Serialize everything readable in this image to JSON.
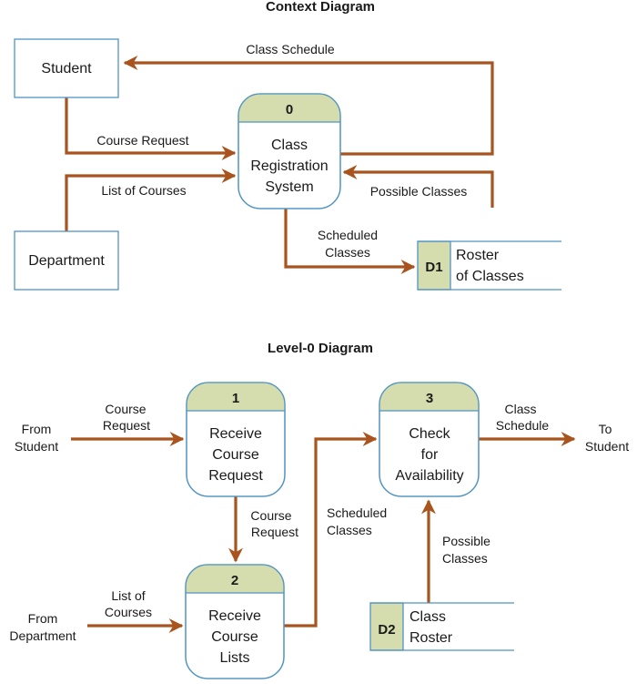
{
  "colors": {
    "flow": "#a9541e",
    "border": "#4f94c4",
    "header_fill": "#d5dcae",
    "text": "#1a1a1a"
  },
  "context": {
    "title": "Context Diagram",
    "entities": {
      "student": "Student",
      "department": "Department"
    },
    "process": {
      "id": "0",
      "lines": [
        "Class",
        "Registration",
        "System"
      ]
    },
    "store": {
      "id": "D1",
      "lines": [
        "Roster",
        "of Classes"
      ]
    },
    "flows": {
      "class_schedule": "Class Schedule",
      "course_request": "Course Request",
      "list_of_courses": "List of Courses",
      "possible_classes": "Possible Classes",
      "scheduled_classes": [
        "Scheduled",
        "Classes"
      ]
    }
  },
  "level0": {
    "title": "Level-0 Diagram",
    "processes": [
      {
        "id": "1",
        "lines": [
          "Receive",
          "Course",
          "Request"
        ]
      },
      {
        "id": "2",
        "lines": [
          "Receive",
          "Course",
          "Lists"
        ]
      },
      {
        "id": "3",
        "lines": [
          "Check",
          "for",
          "Availability"
        ]
      }
    ],
    "store": {
      "id": "D2",
      "lines": [
        "Class",
        "Roster"
      ]
    },
    "sources": {
      "from_student": [
        "From",
        "Student"
      ],
      "from_department": [
        "From",
        "Department"
      ],
      "to_student": [
        "To",
        "Student"
      ]
    },
    "flows": {
      "course_request_in": [
        "Course",
        "Request"
      ],
      "course_request_1_2": [
        "Course",
        "Request"
      ],
      "list_of_courses": [
        "List of",
        "Courses"
      ],
      "scheduled_classes": [
        "Scheduled",
        "Classes"
      ],
      "class_schedule": [
        "Class",
        "Schedule"
      ],
      "possible_classes": [
        "Possible",
        "Classes"
      ]
    }
  }
}
